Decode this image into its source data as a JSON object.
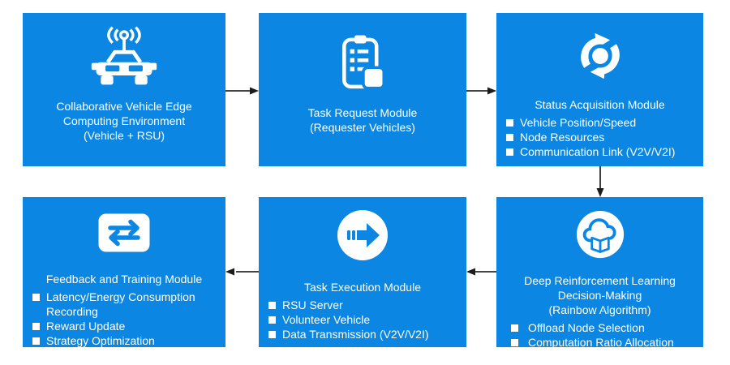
{
  "theme": {
    "box_blue": "#0b87e3",
    "text_white": "#ffffff",
    "arrow_dark": "#2a2a2a",
    "background": "#ffffff"
  },
  "diagram": {
    "boxes": [
      {
        "name": "collaborative-environment",
        "icon": "connected-car-icon",
        "title_lines": [
          "Collaborative Vehicle Edge",
          "Computing Environment",
          "(Vehicle + RSU)"
        ],
        "bullets": []
      },
      {
        "name": "task-request-module",
        "icon": "task-list-clipboard-icon",
        "title_lines": [
          "Task Request Module",
          "(Requester Vehicles)"
        ],
        "bullets": []
      },
      {
        "name": "status-acquisition-module",
        "icon": "sync-arrows-icon",
        "title_lines": [
          "Status Acquisition Module"
        ],
        "bullets": [
          "Vehicle Position/Speed",
          "Node Resources",
          "Communication Link (V2V/V2I)"
        ]
      },
      {
        "name": "drl-decision-making-module",
        "icon": "cloud-learning-icon",
        "title_lines": [
          "Deep Reinforcement Learning",
          "Decision-Making",
          "(Rainbow Algorithm)"
        ],
        "bullets": [
          "Offload Node Selection",
          "Computation Ratio Allocation"
        ]
      },
      {
        "name": "task-execution-module",
        "icon": "execute-arrow-circle-icon",
        "title_lines": [
          "Task Execution Module"
        ],
        "bullets": [
          "RSU Server",
          "Volunteer Vehicle",
          "Data Transmission (V2V/V2I)"
        ]
      },
      {
        "name": "feedback-training-module",
        "icon": "data-exchange-icon",
        "title_lines": [
          "Feedback and Training Module"
        ],
        "bullets": [
          "Latency/Energy Consumption Recording",
          "Reward Update",
          "Strategy Optimization"
        ]
      }
    ],
    "flow": [
      "collaborative-environment -> task-request-module",
      "task-request-module -> status-acquisition-module",
      "status-acquisition-module -> drl-decision-making-module",
      "drl-decision-making-module -> task-execution-module",
      "task-execution-module -> feedback-training-module"
    ]
  }
}
